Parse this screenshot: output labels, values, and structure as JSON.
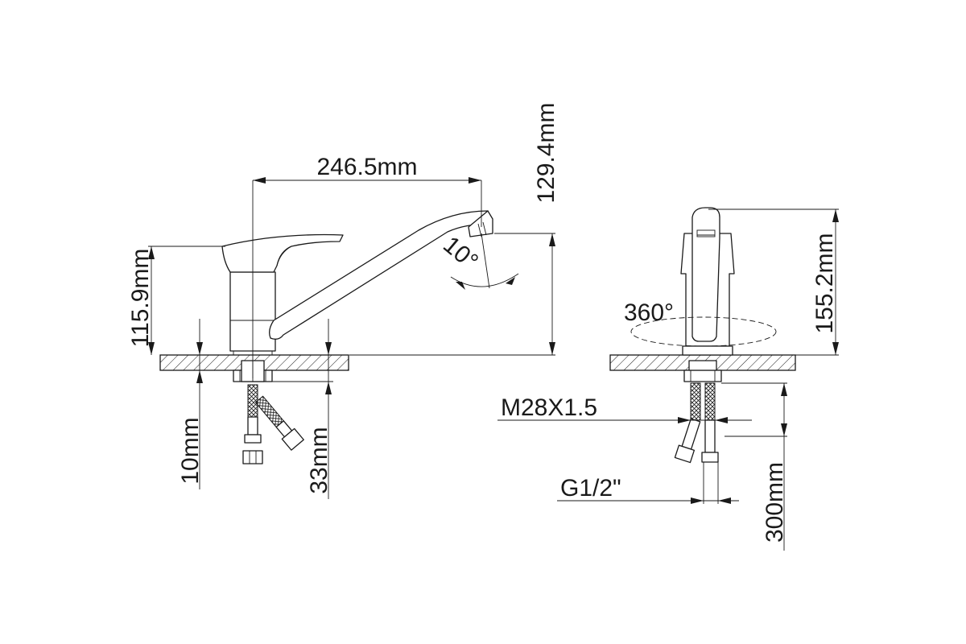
{
  "labels": {
    "spout_reach": "246.5mm",
    "spout_height": "129.4mm",
    "body_height": "115.9mm",
    "swivel_angle": "10°",
    "rotation": "360°",
    "total_height": "155.2mm",
    "shank_thread": "M28X1.5",
    "hose_thread": "G1/2\"",
    "counter_thickness": "10mm",
    "below_deck": "33mm",
    "hose_length": "300mm"
  }
}
